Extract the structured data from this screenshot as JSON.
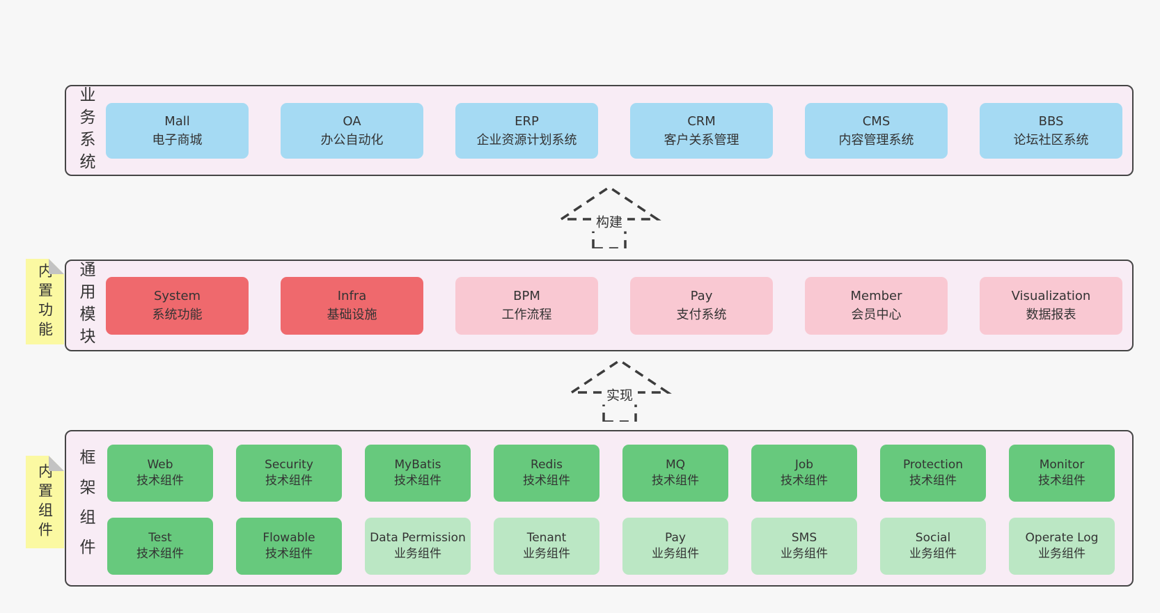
{
  "colors": {
    "page_background": "#f7f7f7",
    "band_background": "#f8ecf5",
    "band_border": "#454545",
    "box_blue": "#a5daf3",
    "box_red": "#ef696d",
    "box_pink": "#f9c8d2",
    "box_green": "#67c97d",
    "box_light_green": "#bbe7c4",
    "sticky_yellow": "#fbf9a2",
    "text": "#333333"
  },
  "arrows": [
    {
      "label": "构建"
    },
    {
      "label": "实现"
    }
  ],
  "bands": [
    {
      "id": "business-systems",
      "label": "业务系统",
      "boxes": [
        {
          "name": "Mall",
          "desc": "电子商城",
          "variant": "blue"
        },
        {
          "name": "OA",
          "desc": "办公自动化",
          "variant": "blue"
        },
        {
          "name": "ERP",
          "desc": "企业资源计划系统",
          "variant": "blue"
        },
        {
          "name": "CRM",
          "desc": "客户关系管理",
          "variant": "blue"
        },
        {
          "name": "CMS",
          "desc": "内容管理系统",
          "variant": "blue"
        },
        {
          "name": "BBS",
          "desc": "论坛社区系统",
          "variant": "blue"
        }
      ]
    },
    {
      "id": "common-modules",
      "label": "通用模块",
      "sticky": "内置功能",
      "boxes": [
        {
          "name": "System",
          "desc": "系统功能",
          "variant": "red"
        },
        {
          "name": "Infra",
          "desc": "基础设施",
          "variant": "red"
        },
        {
          "name": "BPM",
          "desc": "工作流程",
          "variant": "pink"
        },
        {
          "name": "Pay",
          "desc": "支付系统",
          "variant": "pink"
        },
        {
          "name": "Member",
          "desc": "会员中心",
          "variant": "pink"
        },
        {
          "name": "Visualization",
          "desc": "数据报表",
          "variant": "pink"
        }
      ]
    },
    {
      "id": "framework-components",
      "label": "框架组件",
      "sticky": "内置组件",
      "rows": [
        [
          {
            "name": "Web",
            "desc": "技术组件",
            "variant": "green"
          },
          {
            "name": "Security",
            "desc": "技术组件",
            "variant": "green"
          },
          {
            "name": "MyBatis",
            "desc": "技术组件",
            "variant": "green"
          },
          {
            "name": "Redis",
            "desc": "技术组件",
            "variant": "green"
          },
          {
            "name": "MQ",
            "desc": "技术组件",
            "variant": "green"
          },
          {
            "name": "Job",
            "desc": "技术组件",
            "variant": "green"
          },
          {
            "name": "Protection",
            "desc": "技术组件",
            "variant": "green"
          },
          {
            "name": "Monitor",
            "desc": "技术组件",
            "variant": "green"
          }
        ],
        [
          {
            "name": "Test",
            "desc": "技术组件",
            "variant": "green"
          },
          {
            "name": "Flowable",
            "desc": "技术组件",
            "variant": "green"
          },
          {
            "name": "Data Permission",
            "desc": "业务组件",
            "variant": "lgreen"
          },
          {
            "name": "Tenant",
            "desc": "业务组件",
            "variant": "lgreen"
          },
          {
            "name": "Pay",
            "desc": "业务组件",
            "variant": "lgreen"
          },
          {
            "name": "SMS",
            "desc": "业务组件",
            "variant": "lgreen"
          },
          {
            "name": "Social",
            "desc": "业务组件",
            "variant": "lgreen"
          },
          {
            "name": "Operate Log",
            "desc": "业务组件",
            "variant": "lgreen"
          }
        ]
      ]
    }
  ]
}
